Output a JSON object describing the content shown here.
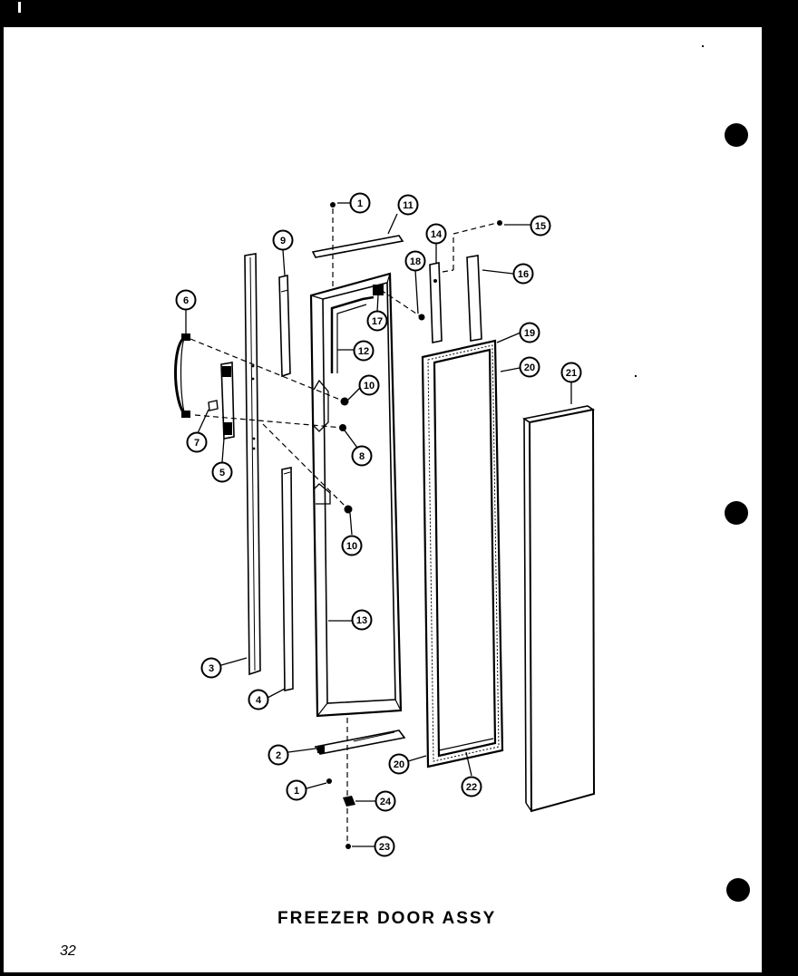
{
  "title": "FREEZER DOOR ASSY",
  "page_number": "32",
  "callouts": [
    {
      "id": "callout-1-top",
      "label": "1"
    },
    {
      "id": "callout-11",
      "label": "11"
    },
    {
      "id": "callout-9",
      "label": "9"
    },
    {
      "id": "callout-14",
      "label": "14"
    },
    {
      "id": "callout-15",
      "label": "15"
    },
    {
      "id": "callout-18",
      "label": "18"
    },
    {
      "id": "callout-16",
      "label": "16"
    },
    {
      "id": "callout-6",
      "label": "6"
    },
    {
      "id": "callout-17",
      "label": "17"
    },
    {
      "id": "callout-12",
      "label": "12"
    },
    {
      "id": "callout-19",
      "label": "19"
    },
    {
      "id": "callout-20-top",
      "label": "20"
    },
    {
      "id": "callout-21",
      "label": "21"
    },
    {
      "id": "callout-10-a",
      "label": "10"
    },
    {
      "id": "callout-8",
      "label": "8"
    },
    {
      "id": "callout-7",
      "label": "7"
    },
    {
      "id": "callout-5",
      "label": "5"
    },
    {
      "id": "callout-10-b",
      "label": "10"
    },
    {
      "id": "callout-13",
      "label": "13"
    },
    {
      "id": "callout-3",
      "label": "3"
    },
    {
      "id": "callout-4",
      "label": "4"
    },
    {
      "id": "callout-2",
      "label": "2"
    },
    {
      "id": "callout-20-bottom",
      "label": "20"
    },
    {
      "id": "callout-22",
      "label": "22"
    },
    {
      "id": "callout-1-bottom",
      "label": "1"
    },
    {
      "id": "callout-24",
      "label": "24"
    },
    {
      "id": "callout-23",
      "label": "23"
    }
  ]
}
